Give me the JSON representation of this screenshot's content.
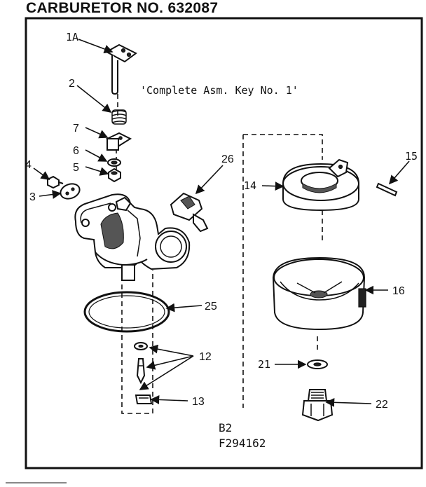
{
  "title": "CARBURETOR NO. 632087",
  "note": "'Complete Asm. Key No. 1'",
  "footer": {
    "line1": "B2",
    "line2": "F294162"
  },
  "labels": {
    "p1a": "1A",
    "p2": "2",
    "p3": "3",
    "p4": "4",
    "p5": "5",
    "p6": "6",
    "p7": "7",
    "p12": "12",
    "p13": "13",
    "p14": "14",
    "p15": "15",
    "p16": "16",
    "p21": "21",
    "p22": "22",
    "p25": "25",
    "p26": "26"
  }
}
